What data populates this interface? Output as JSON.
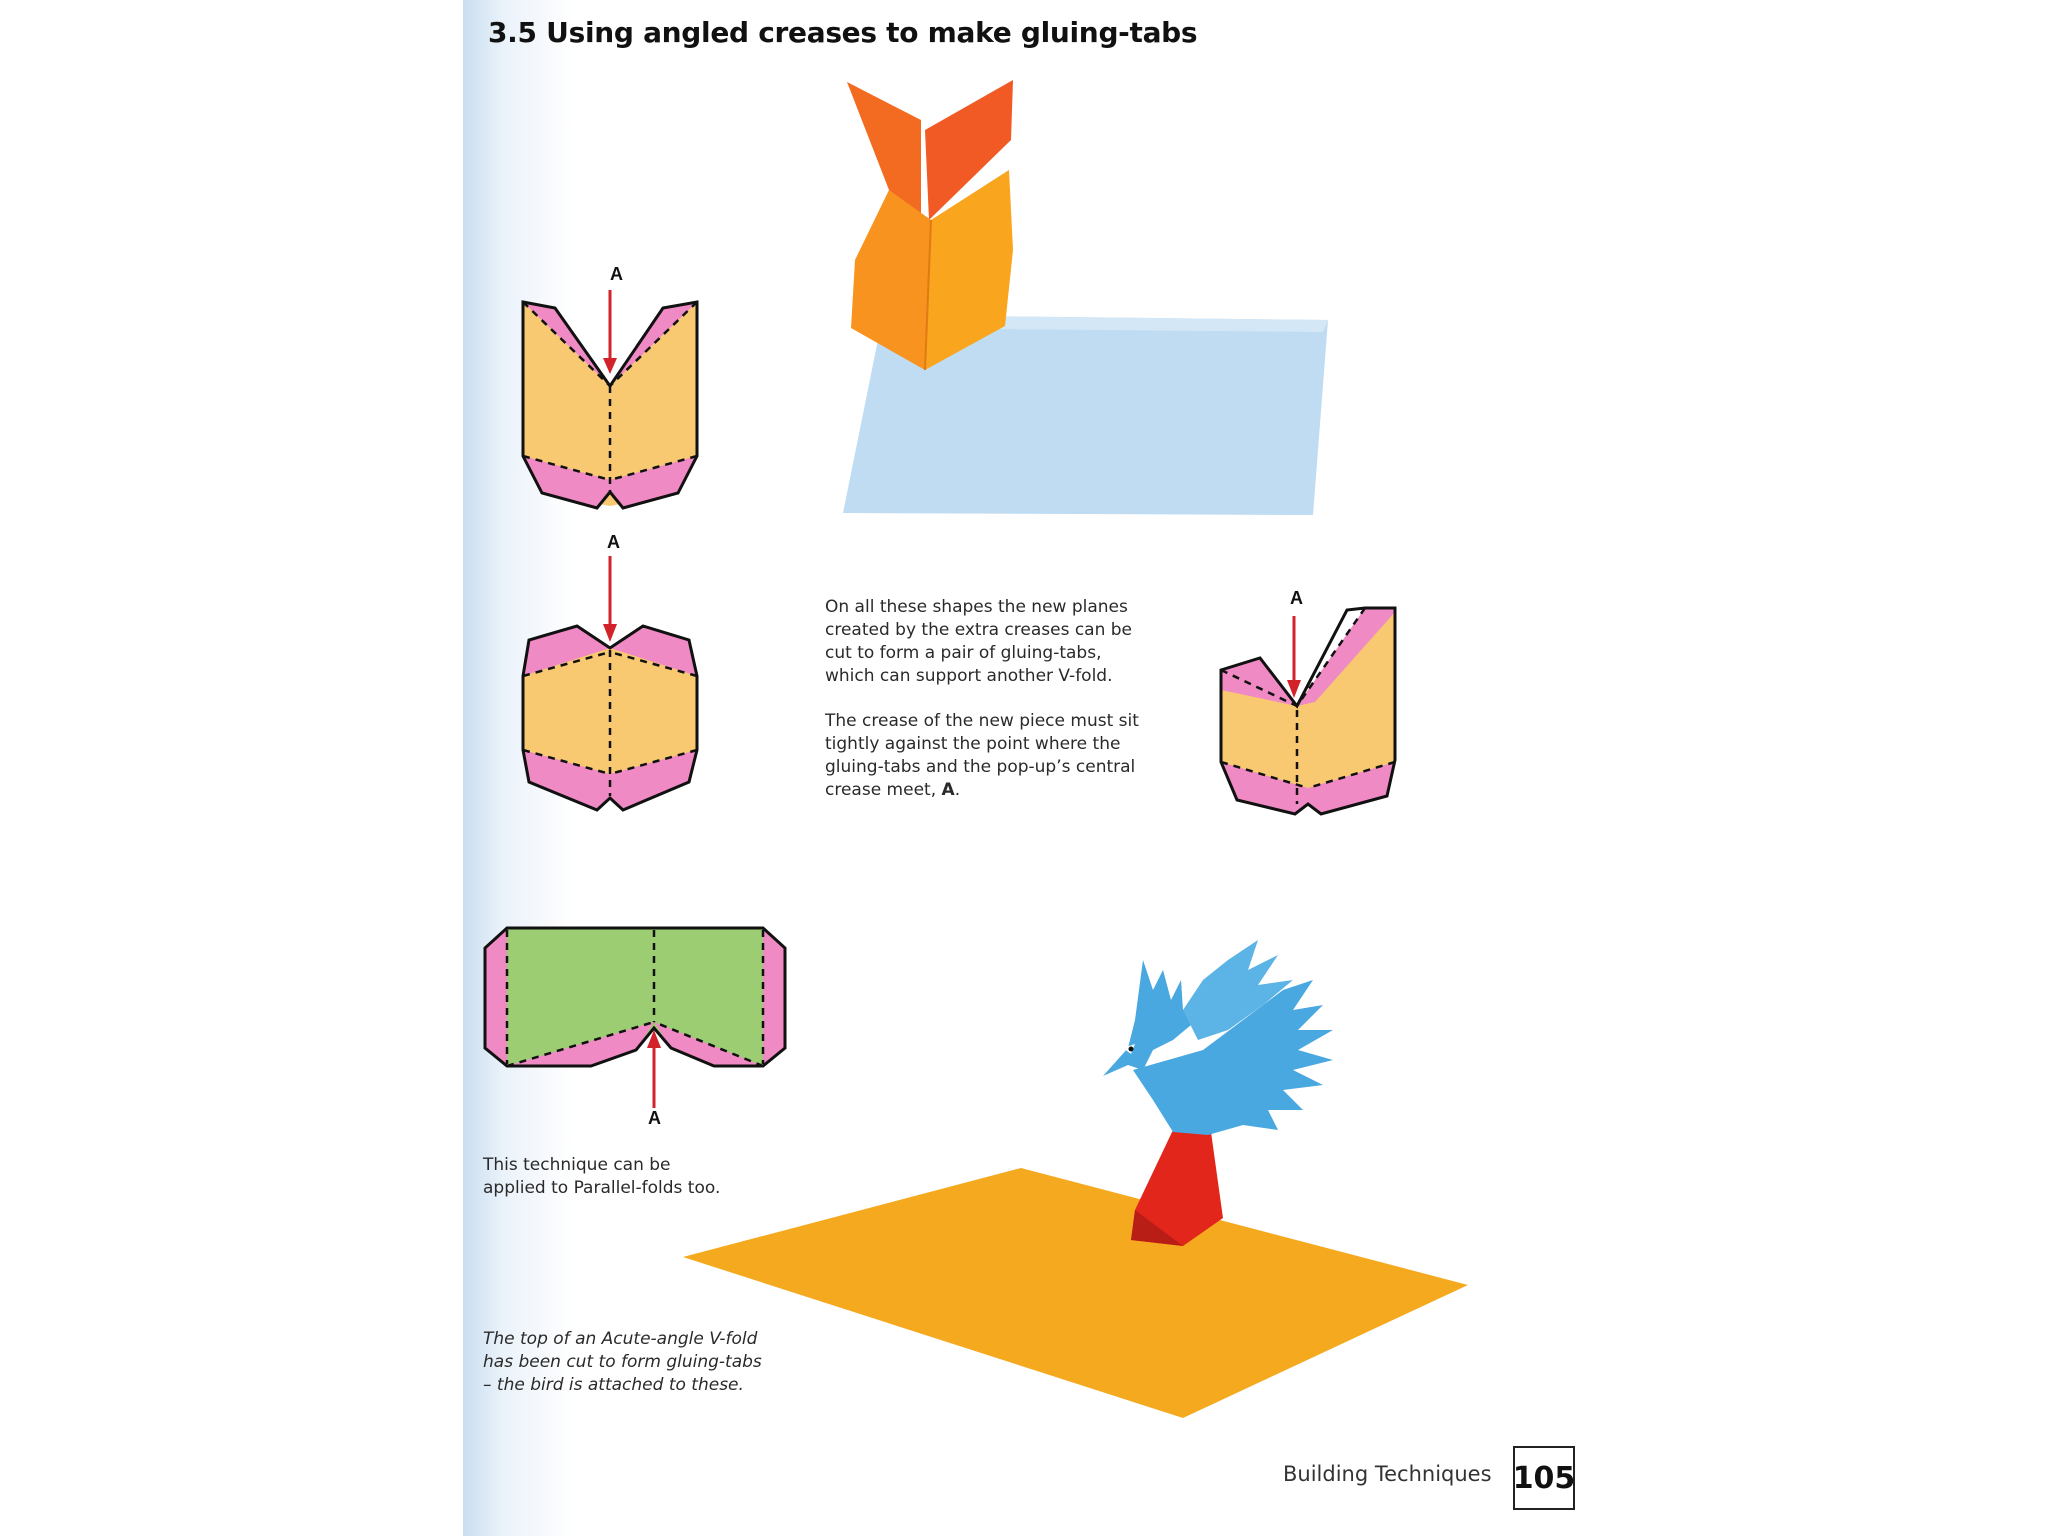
{
  "title": "3.5 Using angled creases to make gluing-tabs",
  "crease_label": "A",
  "body_paragraph_1": "On all these shapes the new planes created by the extra creases can be cut to form a pair of gluing-tabs, which can support another V-fold.",
  "body_paragraph_2_prefix": "The crease of the new piece must sit tightly against the point where the gluing-tabs and the pop-up’s central crease meet,",
  "body_paragraph_2_point": "A",
  "body_paragraph_2_end": ".",
  "parallel_note": "This technique can be applied to Parallel-folds too.",
  "bird_caption": "The top of an Acute-angle V-fold has been cut to form gluing-tabs – the bird is attached to these.",
  "footer": {
    "section": "Building Techniques",
    "page_number": "105"
  },
  "colors": {
    "tab_pink": "#ef8ac4",
    "panel_peach": "#f8c971",
    "panel_green": "#9dcd73",
    "arrow_red": "#d2232a",
    "base_blue": "#bfdcf2",
    "base_orange": "#f5a91e",
    "popup_orange": "#f7931e",
    "bird_blue": "#4aa8e0",
    "stand_red": "#e3261b"
  }
}
